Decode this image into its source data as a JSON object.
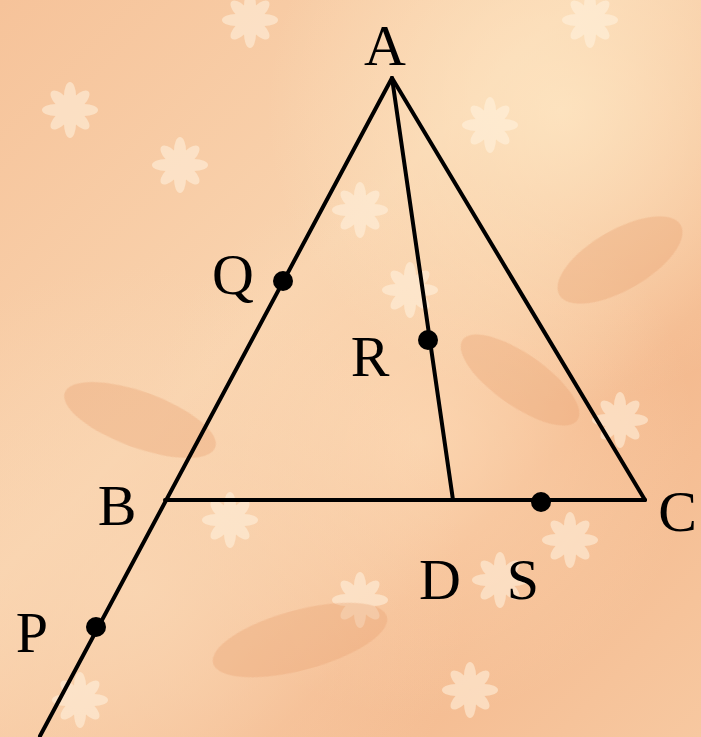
{
  "diagram": {
    "labels": [
      "A",
      "Q",
      "R",
      "B",
      "P",
      "D",
      "S",
      "C"
    ]
  }
}
